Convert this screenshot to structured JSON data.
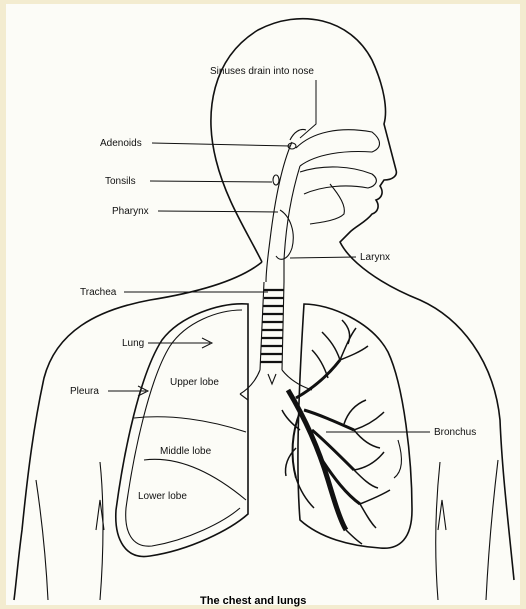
{
  "labels": {
    "sinuses": "Sinuses drain into nose",
    "adenoids": "Adenoids",
    "tonsils": "Tonsils",
    "pharynx": "Pharynx",
    "larynx": "Larynx",
    "trachea": "Trachea",
    "lung": "Lung",
    "upper_lobe": "Upper lobe",
    "pleura": "Pleura",
    "middle_lobe": "Middle lobe",
    "lower_lobe": "Lower lobe",
    "bronchus": "Bronchus"
  },
  "caption": "The chest and lungs"
}
